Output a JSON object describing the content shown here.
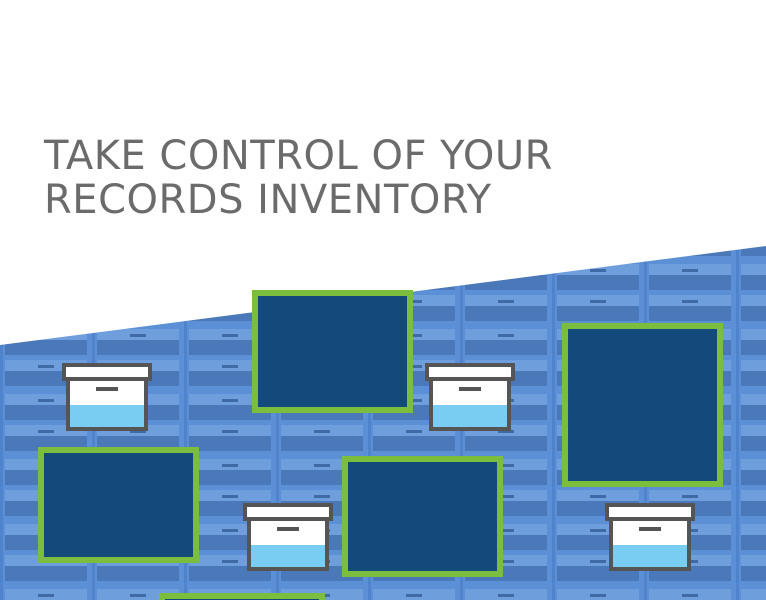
{
  "headline": {
    "line1": "TAKE CONTROL OF YOUR",
    "line2": "RECORDS INVENTORY"
  },
  "colors": {
    "text": "#6b6b6b",
    "cabinet_blue": "#5b8fd6",
    "drawer_blue": "#4a78b8",
    "frame_green": "#7bbd3c",
    "panel_navy": "#134a7c",
    "box_light": "#79ccf2"
  },
  "icons": [
    "file-cabinet-wall",
    "storage-box-icon",
    "document-frame"
  ]
}
